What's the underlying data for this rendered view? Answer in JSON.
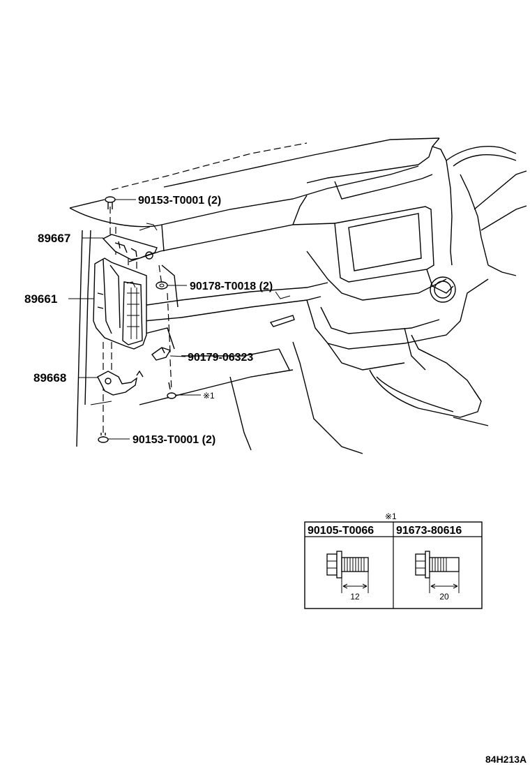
{
  "callouts": {
    "bolt_top": "90153-T0001 (2)",
    "bracket_upper": "89667",
    "nut": "90178-T0018 (2)",
    "ecu": "89661",
    "clip": "90179-06323",
    "bracket_lower": "89668",
    "bolt_ref": "※1",
    "bolt_bottom": "90153-T0001 (2)"
  },
  "legend": {
    "marker": "※1",
    "columns": [
      {
        "part_number": "90105-T0066",
        "dimension": "12"
      },
      {
        "part_number": "91673-80616",
        "dimension": "20"
      }
    ]
  },
  "illustration_code": "84H213A"
}
